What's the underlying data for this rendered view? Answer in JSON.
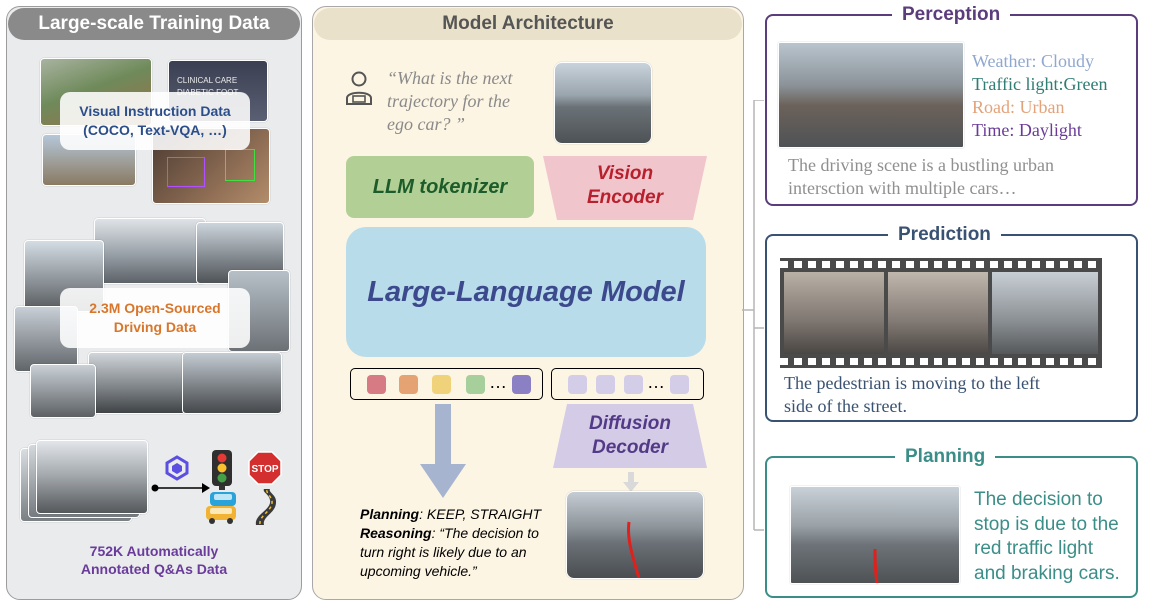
{
  "left_panel": {
    "title": "Large-scale Training Data",
    "visual_instruction": {
      "line1": "Visual Instruction Data",
      "line2": "(COCO, Text-VQA, …)"
    },
    "open_sourced": {
      "line1": "2.3M Open-Sourced",
      "line2": "Driving Data"
    },
    "stop_sign_text": "STOP",
    "annotated": {
      "line1": "752K Automatically",
      "line2": "Annotated Q&As Data"
    },
    "overlay_text": [
      "CLINICAL CARE",
      "DIABETIC FOOT"
    ]
  },
  "middle_panel": {
    "title": "Model Architecture",
    "question": {
      "line1": "“What is the next",
      "line2": "trajectory for the",
      "line3": "ego car? ”"
    },
    "llm_tokenizer": "LLM tokenizer",
    "vision_encoder": {
      "line1": "Vision",
      "line2": "Encoder"
    },
    "llm": "Large-Language Model",
    "diffusion_decoder": {
      "line1": "Diffusion",
      "line2": "Decoder"
    },
    "ellipsis": "…",
    "output": {
      "planning_label": "Planning",
      "planning_value": ": KEEP, STRAIGHT",
      "reasoning_label": "Reasoning",
      "reasoning_line1": ": “The decision to",
      "reasoning_line2": "turn right is likely due to an",
      "reasoning_line3": "upcoming vehicle.”"
    },
    "token_colors": [
      "#d67a83",
      "#e5a374",
      "#f0d27a",
      "#a6cf9b",
      "#8c80c4"
    ],
    "vision_token_color": "#d4cde8"
  },
  "perception": {
    "title": "Perception",
    "weather": "Weather: Cloudy",
    "traffic_light": "Traffic light:Green",
    "road": "Road: Urban",
    "time": "Time: Daylight",
    "desc_line1": "The driving scene is a bustling urban",
    "desc_line2": "intersction with multiple cars…"
  },
  "prediction": {
    "title": "Prediction",
    "desc_line1": "The pedestrian is moving to the left",
    "desc_line2": "side of the street."
  },
  "planning": {
    "title": "Planning",
    "line1": "The decision to",
    "line2": "stop is due to the",
    "line3": "red traffic light",
    "line4": "and braking cars."
  },
  "colors": {
    "perception": "#5b3c7c",
    "prediction": "#3a5272",
    "planning": "#3b8e88",
    "llm_text": "#3c4a8d",
    "tokenizer_text": "#1c5c2a",
    "vision_text": "#b8202e",
    "diffusion_text": "#533a87",
    "orange": "#d9762a",
    "purple": "#6a3b9a"
  }
}
